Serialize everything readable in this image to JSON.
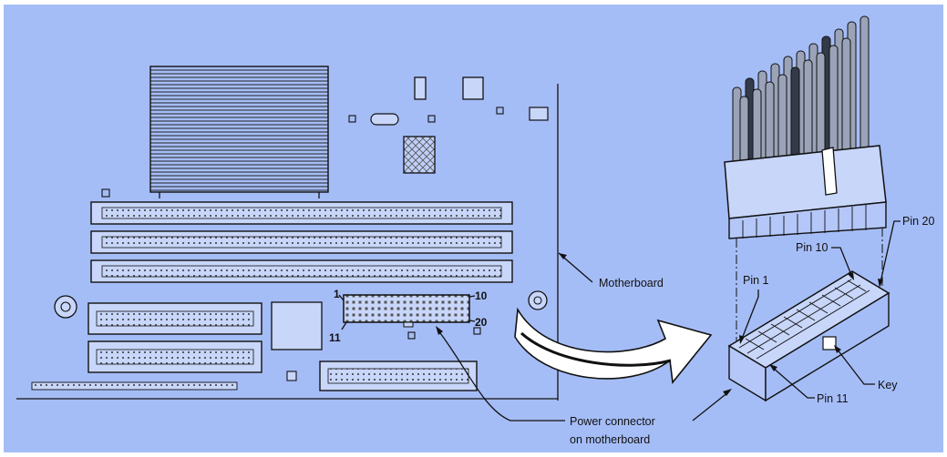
{
  "labels": {
    "motherboard": "Motherboard",
    "power_connector_line1": "Power connector",
    "power_connector_line2": "on motherboard",
    "pin1": "Pin 1",
    "pin10": "Pin 10",
    "pin11": "Pin 11",
    "pin20": "Pin 20",
    "key": "Key"
  },
  "header_numbers": {
    "n1": "1",
    "n10": "10",
    "n11": "11",
    "n20": "20"
  },
  "colors": {
    "background": "#a5bdf7",
    "ink": "#111111",
    "wire_light": "#9aa3b8",
    "wire_dark": "#333a4a"
  }
}
